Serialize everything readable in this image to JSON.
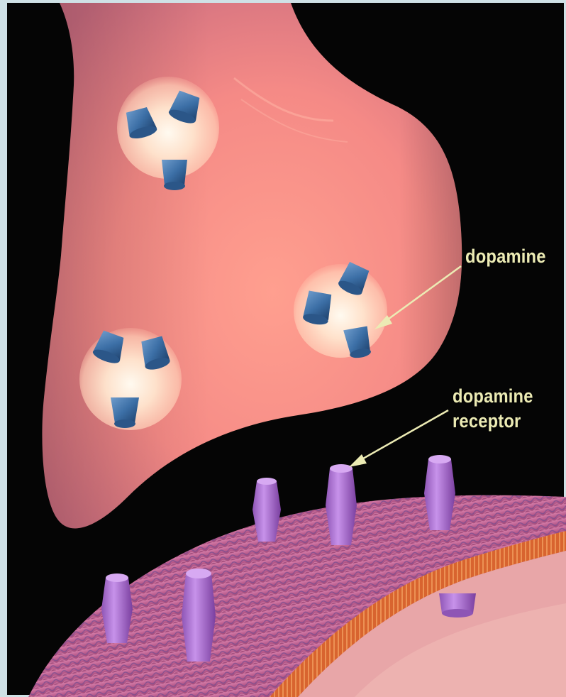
{
  "labels": {
    "dopamine": "dopamine",
    "receptor_line1": "dopamine",
    "receptor_line2": "receptor"
  },
  "colors": {
    "frame": "#cfe1e6",
    "background": "#050505",
    "neuron_terminal": "#f0968f",
    "vesicle": "#ffe0cc",
    "dopamine_molecule": "#3c6fa6",
    "membrane": "#c96a9a",
    "receptor": "#b57ad8",
    "label_text": "#ecebb4"
  },
  "icons": {
    "neuron": "presynaptic-terminal",
    "vesicle": "synaptic-vesicle",
    "molecule": "dopamine-molecule",
    "receptor": "receptor-protein"
  }
}
